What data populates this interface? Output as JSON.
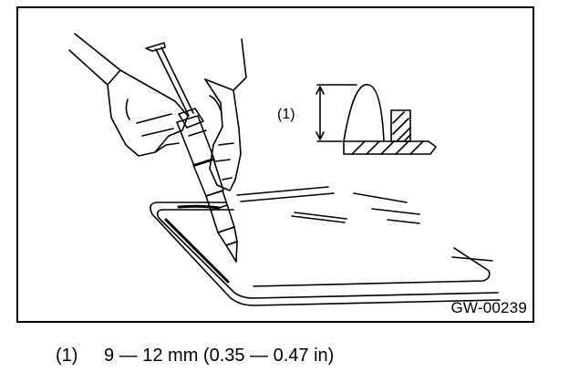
{
  "figure": {
    "code": "GW-00239",
    "callout_label": "(1)"
  },
  "caption": {
    "callout": "(1)",
    "text": "9 — 12 mm (0.35 — 0.47 in)"
  }
}
